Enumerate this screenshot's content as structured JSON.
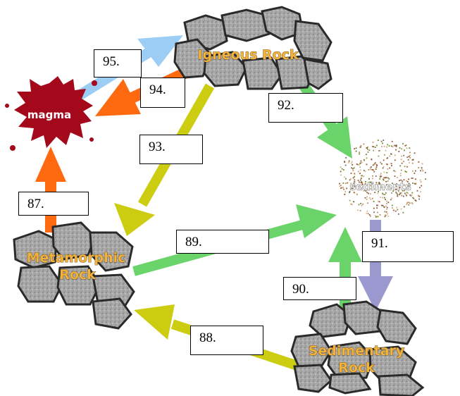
{
  "nodes": {
    "igneous": "Igneous Rock",
    "magma": "magma",
    "sediments": "sediments",
    "metamorphic_line1": "Metamorphic",
    "metamorphic_line2": "Rock",
    "sedimentary_line1": "Sedimentary",
    "sedimentary_line2": "Rock"
  },
  "answer_boxes": {
    "b87": "87.",
    "b88": "88.",
    "b89": "89.",
    "b90": "90.",
    "b91": "91.",
    "b92": "92.",
    "b93": "93.",
    "b94": "94.",
    "b95": "95."
  },
  "colors": {
    "magma_to_igneous": "#9ccdf5",
    "igneous_to_magma": "#ff6a10",
    "metamorphic_to_magma": "#ff6a10",
    "igneous_to_sediments": "#6ad36a",
    "igneous_to_metamorphic": "#cccc10",
    "metamorphic_to_sediments": "#6ad36a",
    "sedimentary_to_sediments": "#6ad36a",
    "sediments_to_sedimentary": "#9b98cf",
    "sedimentary_to_metamorphic": "#cccc10",
    "magma": "#a3081b",
    "rock_fill": "#9a9a9a",
    "rock_label": "#f2b33d"
  }
}
